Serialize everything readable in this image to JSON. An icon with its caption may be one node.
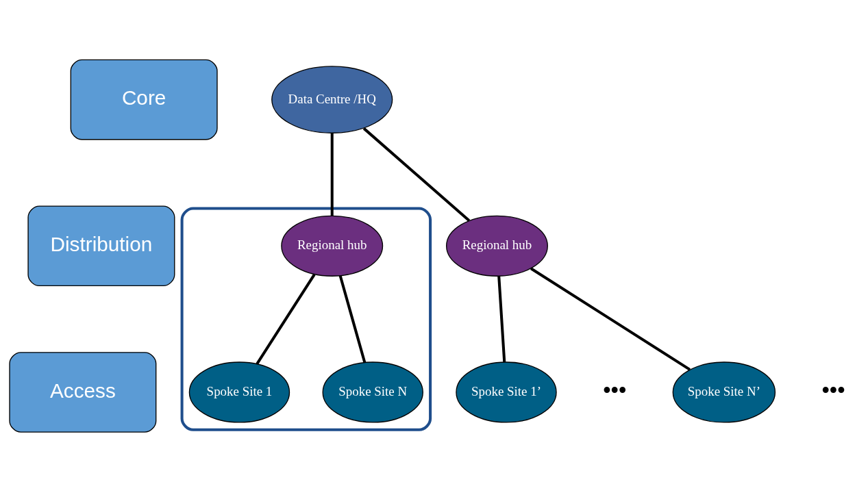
{
  "diagram": {
    "nodes": [
      {
        "text": [
          "Core"
        ]
      },
      {
        "text": [
          "Distribution"
        ]
      },
      {
        "text": [
          "Access"
        ]
      },
      {
        "text": [
          "Data Centre /HQ"
        ]
      },
      {
        "text": [],
        "shape": "box"
      },
      {
        "text": [
          "Regional hub"
        ],
        "in": 4
      },
      {
        "text": [
          "Spoke Site 1"
        ],
        "in": 4
      },
      {
        "text": [
          "Spoke Site N"
        ],
        "in": 4
      },
      {
        "text": [
          "Regional hub"
        ]
      },
      {
        "text": [
          "Spoke Site 1’"
        ]
      },
      {
        "text": [
          "Spoke Site N’"
        ]
      }
    ],
    "edges": [
      {
        "from": 3,
        "to": 5,
        "arrow": "none"
      },
      {
        "from": 3,
        "to": 8,
        "arrow": "none"
      },
      {
        "from": 5,
        "to": 6,
        "arrow": "none"
      },
      {
        "from": 5,
        "to": 7,
        "arrow": "none"
      },
      {
        "from": 8,
        "to": 9,
        "arrow": "none"
      },
      {
        "from": 8,
        "to": 10,
        "arrow": "none"
      }
    ],
    "labels": [
      "•••",
      "•••"
    ]
  }
}
